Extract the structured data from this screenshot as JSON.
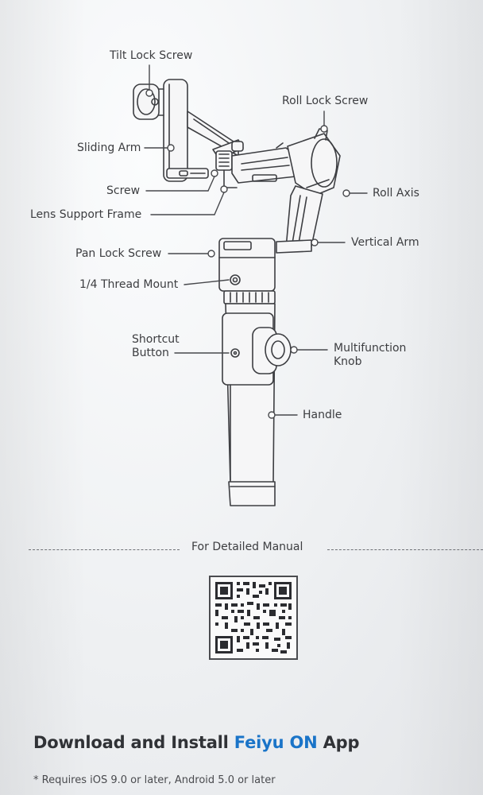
{
  "diagram": {
    "labels": {
      "tilt_lock_screw": "Tilt Lock Screw",
      "roll_lock_screw": "Roll Lock Screw",
      "sliding_arm": "Sliding Arm",
      "screw": "Screw",
      "roll_axis": "Roll Axis",
      "lens_support_frame": "Lens Support Frame",
      "pan_lock_screw": "Pan Lock Screw",
      "vertical_arm": "Vertical Arm",
      "thread_mount": "1/4 Thread Mount",
      "shortcut_button": "Shortcut Button",
      "multifunction_knob": "Multifunction Knob",
      "handle": "Handle"
    }
  },
  "manual": {
    "label": "For Detailed Manual",
    "qr_icon": "qr-code"
  },
  "footer": {
    "headline_prefix": "Download and Install ",
    "headline_brand": "Feiyu ON",
    "headline_suffix": " App",
    "brand_color": "#1a74c8",
    "requirements": "* Requires iOS 9.0 or later,  Android 5.0 or later"
  }
}
